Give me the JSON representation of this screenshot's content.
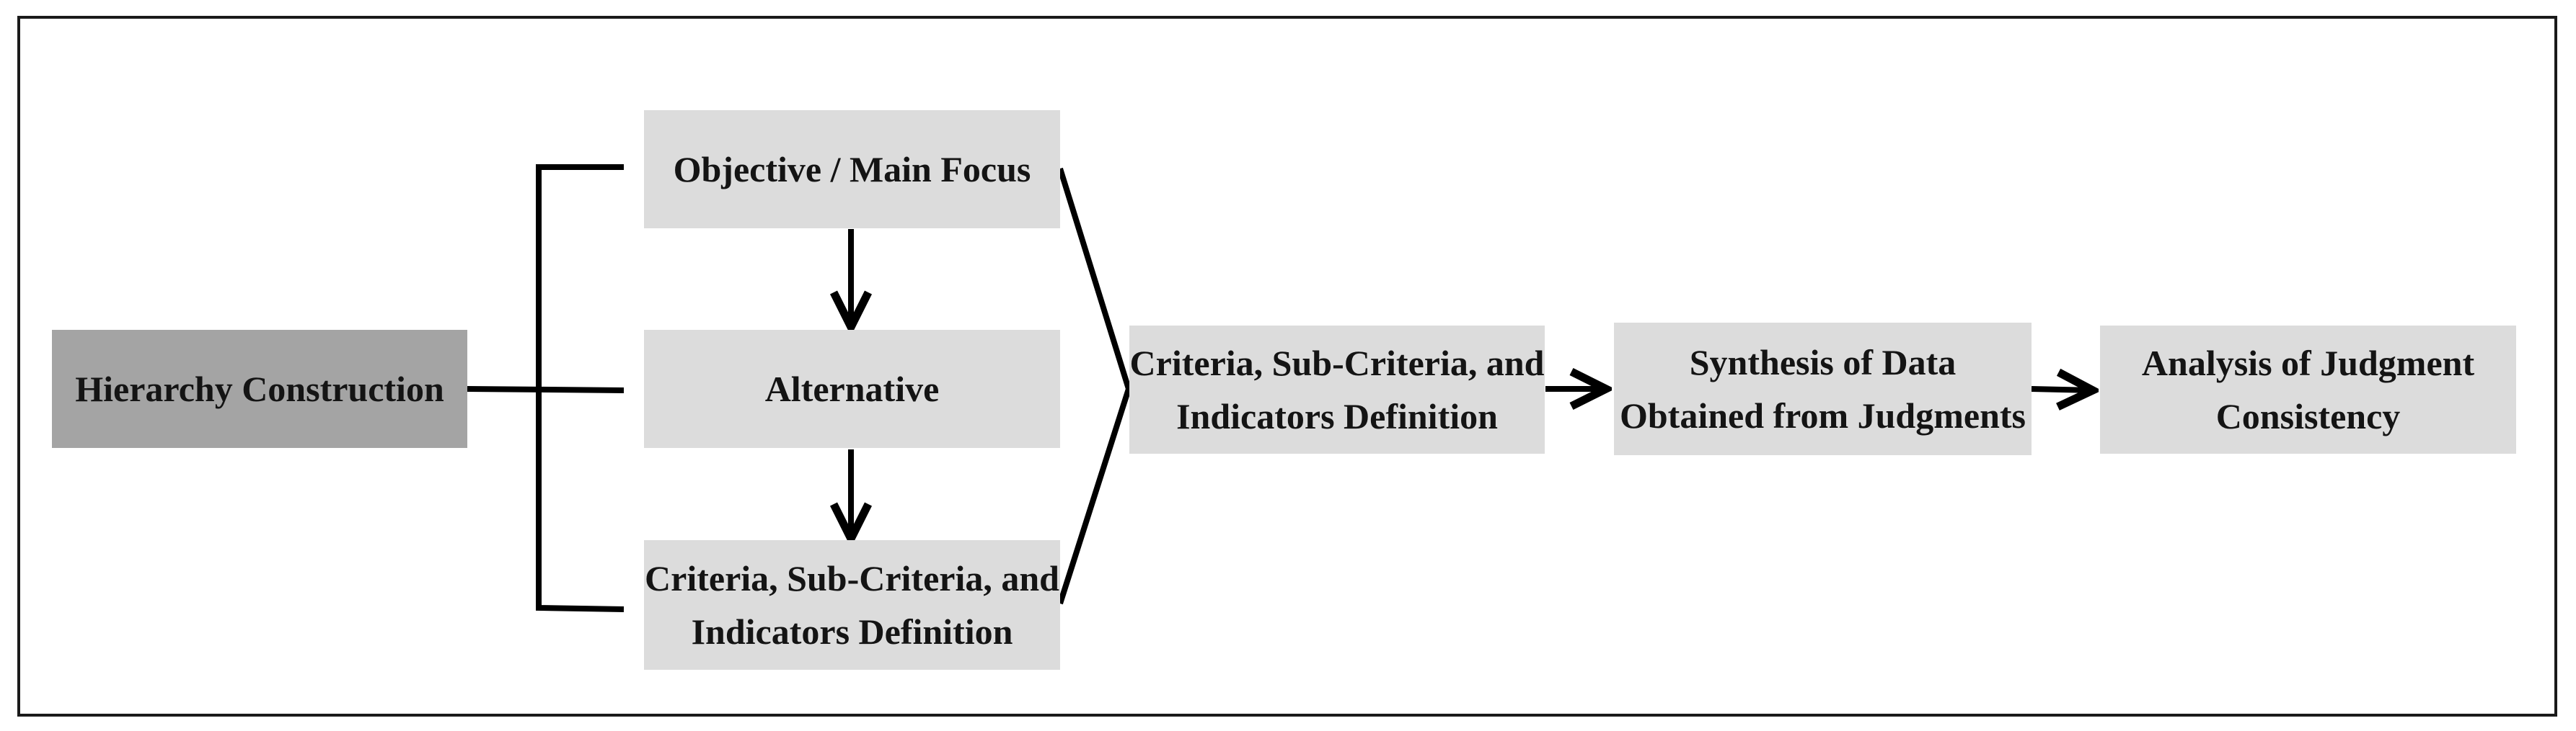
{
  "diagram": {
    "colors": {
      "dark_box": "#a4a4a4",
      "light_box": "#dcdcdc",
      "line": "#000000"
    },
    "root": {
      "label": "Hierarchy Construction"
    },
    "hierarchy": {
      "objective": "Objective / Main Focus",
      "alternative": "Alternative",
      "criteria": "Criteria, Sub-Criteria, and\nIndicators Definition"
    },
    "flow": {
      "step1": "Criteria, Sub-Criteria, and\nIndicators Definition",
      "step2": "Synthesis of Data\nObtained from Judgments",
      "step3": "Analysis of Judgment\nConsistency"
    }
  }
}
